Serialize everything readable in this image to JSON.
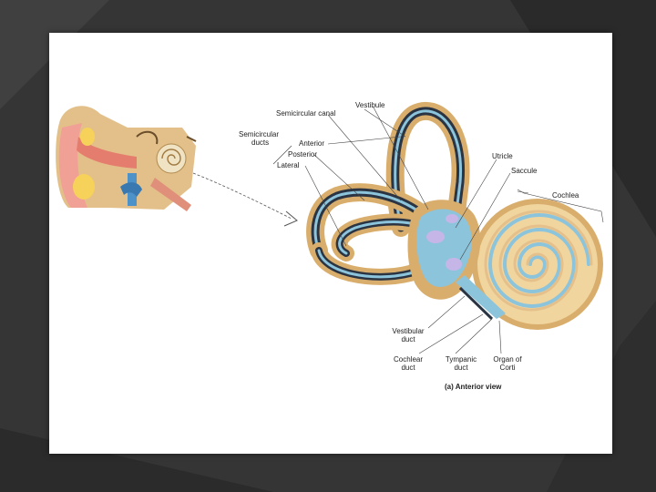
{
  "labels": {
    "vestibule": "Vestibule",
    "semicircular_canal": "Semicircular canal",
    "semicircular_ducts_1": "Semicircular",
    "semicircular_ducts_2": "ducts",
    "anterior": "Anterior",
    "posterior": "Posterior",
    "lateral": "Lateral",
    "utricle": "Utricle",
    "saccule": "Saccule",
    "cochlea": "Cochlea",
    "vestibular_duct_1": "Vestibular",
    "vestibular_duct_2": "duct",
    "cochlear_duct_1": "Cochlear",
    "cochlear_duct_2": "duct",
    "tympanic_duct_1": "Tympanic",
    "tympanic_duct_2": "duct",
    "organ_corti_1": "Organ of",
    "organ_corti_2": "Corti",
    "caption": "(a) Anterior view"
  },
  "colors": {
    "background": "#3a3a3a",
    "slide": "#ffffff",
    "bone": "#d8b57a",
    "membrane_blue": "#8cc4dc",
    "duct_dark": "#2b3442",
    "skin": "#f1a095"
  }
}
